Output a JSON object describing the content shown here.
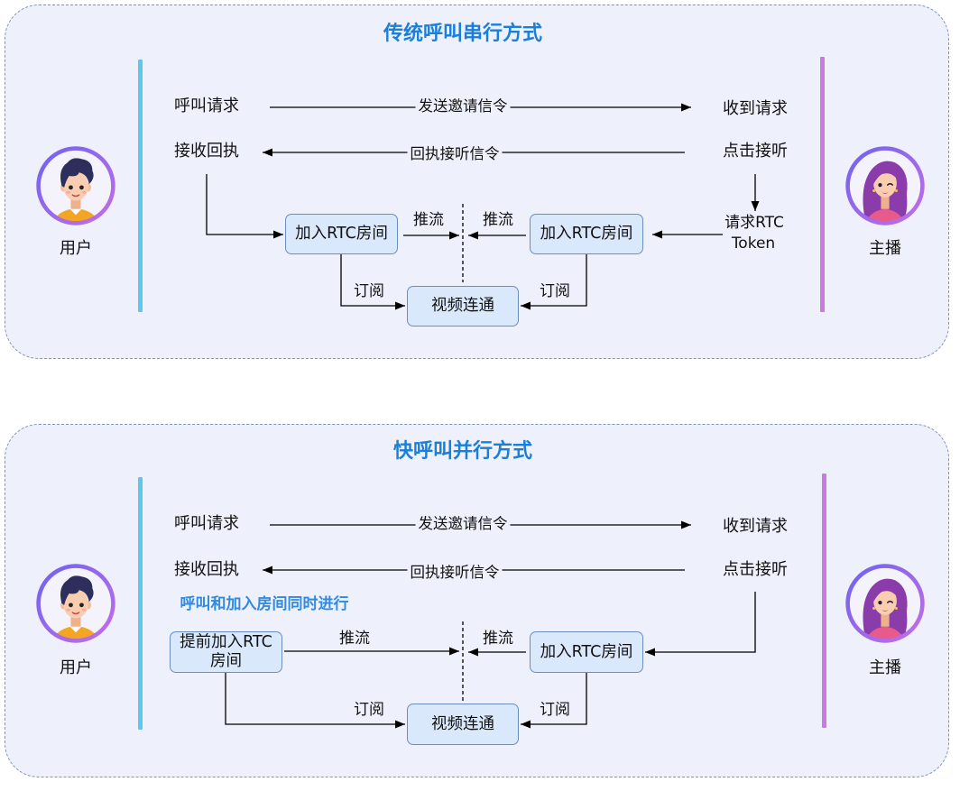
{
  "panels": [
    {
      "title": "传统呼叫串行方式",
      "user": {
        "label": "用户",
        "icon": "user-avatar-icon"
      },
      "host": {
        "label": "主播",
        "icon": "host-avatar-icon"
      },
      "call_request": "呼叫请求",
      "invite_signal": "发送邀请信令",
      "receive_request": "收到请求",
      "receive_receipt": "接收回执",
      "answer_signal": "回执接听信令",
      "click_answer": "点击接听",
      "request_token": [
        "请求RTC",
        "Token"
      ],
      "user_join_room": [
        "加入RTC房间"
      ],
      "host_join_room": "加入RTC房间",
      "user_push": "推流",
      "host_push": "推流",
      "video_connected": "视频连通",
      "user_subscribe": "订阅",
      "host_subscribe": "订阅"
    },
    {
      "title": "快呼叫并行方式",
      "user": {
        "label": "用户",
        "icon": "user-avatar-icon"
      },
      "host": {
        "label": "主播",
        "icon": "host-avatar-icon"
      },
      "call_request": "呼叫请求",
      "invite_signal": "发送邀请信令",
      "receive_request": "收到请求",
      "receive_receipt": "接收回执",
      "answer_signal": "回执接听信令",
      "click_answer": "点击接听",
      "parallel_note": "呼叫和加入房间同时进行",
      "user_join_room": [
        "提前加入RTC",
        "房间"
      ],
      "host_join_room": "加入RTC房间",
      "user_push": "推流",
      "host_push": "推流",
      "video_connected": "视频连通",
      "user_subscribe": "订阅",
      "host_subscribe": "订阅"
    }
  ],
  "colors": {
    "title": "#1a7fd8",
    "note": "#2f8ae0",
    "panel_bg": "#eef0fb",
    "panel_border": "#8193bd",
    "user_bar": "#5ec8ec",
    "host_bar": "#c77be0",
    "node_fill": "#dae8fc",
    "node_border": "#6c8ebf",
    "arrow": "#000000"
  }
}
